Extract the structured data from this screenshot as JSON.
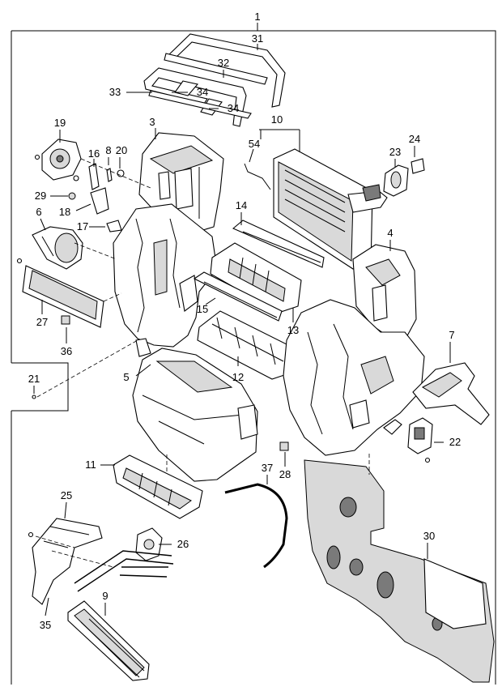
{
  "callouts": [
    {
      "id": "c1",
      "text": "1"
    },
    {
      "id": "c31",
      "text": "31"
    },
    {
      "id": "c32",
      "text": "32"
    },
    {
      "id": "c33",
      "text": "33"
    },
    {
      "id": "c34a",
      "text": "34"
    },
    {
      "id": "c34b",
      "text": "34"
    },
    {
      "id": "c3",
      "text": "3"
    },
    {
      "id": "c10",
      "text": "10"
    },
    {
      "id": "c19",
      "text": "19"
    },
    {
      "id": "c8",
      "text": "8"
    },
    {
      "id": "c20",
      "text": "20"
    },
    {
      "id": "c16",
      "text": "16"
    },
    {
      "id": "c54",
      "text": "54"
    },
    {
      "id": "c23",
      "text": "23"
    },
    {
      "id": "c24",
      "text": "24"
    },
    {
      "id": "c29",
      "text": "29"
    },
    {
      "id": "c18",
      "text": "18"
    },
    {
      "id": "c6",
      "text": "6"
    },
    {
      "id": "c17",
      "text": "17"
    },
    {
      "id": "c14",
      "text": "14"
    },
    {
      "id": "c4",
      "text": "4"
    },
    {
      "id": "c15",
      "text": "15"
    },
    {
      "id": "c27",
      "text": "27"
    },
    {
      "id": "c13",
      "text": "13"
    },
    {
      "id": "c36",
      "text": "36"
    },
    {
      "id": "c7",
      "text": "7"
    },
    {
      "id": "c12",
      "text": "12"
    },
    {
      "id": "c21",
      "text": "21"
    },
    {
      "id": "c5",
      "text": "5"
    },
    {
      "id": "c22",
      "text": "22"
    },
    {
      "id": "c28",
      "text": "28"
    },
    {
      "id": "c11",
      "text": "11"
    },
    {
      "id": "c37",
      "text": "37"
    },
    {
      "id": "c25",
      "text": "25"
    },
    {
      "id": "c26",
      "text": "26"
    },
    {
      "id": "c30",
      "text": "30"
    },
    {
      "id": "c9",
      "text": "9"
    },
    {
      "id": "c35",
      "text": "35"
    }
  ]
}
